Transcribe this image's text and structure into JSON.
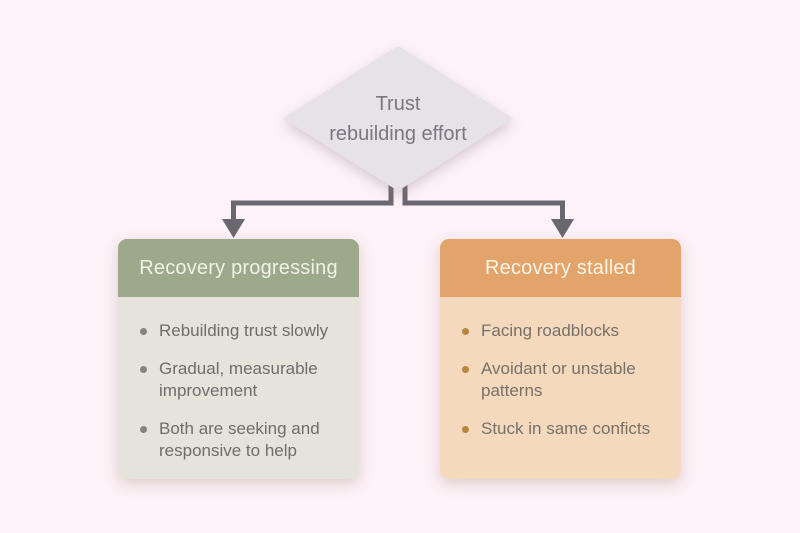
{
  "page": {
    "background": "#fcf2f7"
  },
  "flowchart": {
    "connector_color": "#6b6770",
    "root": {
      "label": "Trust rebuilding effort",
      "line1": "Trust",
      "line2": "rebuilding effort",
      "fill": "#e7e1e8",
      "text_color": "#7b7680"
    },
    "branches": [
      {
        "title": "Recovery progressing",
        "header_bg": "#9ca98a",
        "header_text_color": "#f2f1e7",
        "body_bg": "#e6e3db",
        "bullet_color": "#84837d",
        "text_color": "#6f6d6b",
        "items": [
          "Rebuilding trust slowly",
          "Gradual, measurable improvement",
          "Both are seeking and responsive to help"
        ]
      },
      {
        "title": "Recovery stalled",
        "header_bg": "#e2a46a",
        "header_text_color": "#fdf4e7",
        "body_bg": "#f5d9bc",
        "bullet_color": "#b9863f",
        "text_color": "#77706a",
        "items": [
          "Facing roadblocks",
          "Avoidant or unstable patterns",
          "Stuck in same conficts"
        ]
      }
    ]
  }
}
